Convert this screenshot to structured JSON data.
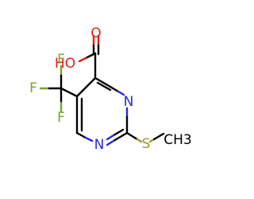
{
  "structure": {
    "colors": {
      "carbon": "#000000",
      "oxygen": "#e0201a",
      "nitrogen": "#2a2ad8",
      "fluorine": "#7aa32a",
      "sulfur": "#9a9a2a"
    },
    "atoms": {
      "hydroxyl": {
        "label": "HO",
        "element": "oxygen"
      },
      "carbonyl_oxygen": {
        "label": "O",
        "element": "oxygen"
      },
      "ring_nitrogen_top": {
        "label": "N",
        "element": "nitrogen"
      },
      "ring_nitrogen_bottom": {
        "label": "N",
        "element": "nitrogen"
      },
      "fluorine_top": {
        "label": "F",
        "element": "fluorine"
      },
      "fluorine_left": {
        "label": "F",
        "element": "fluorine"
      },
      "fluorine_bottom": {
        "label": "F",
        "element": "fluorine"
      },
      "sulfur": {
        "label": "S",
        "element": "sulfur"
      },
      "methyl": {
        "label": "CH3",
        "element": "carbon"
      }
    }
  }
}
